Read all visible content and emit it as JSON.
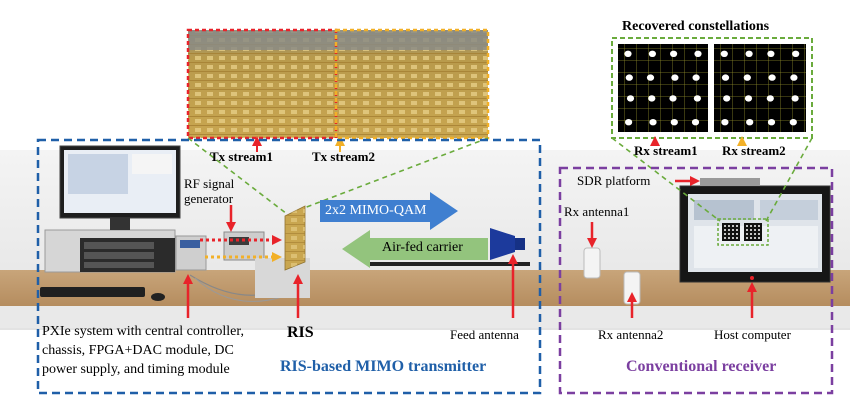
{
  "ris_zoom": {
    "stream1_label": "Tx stream1",
    "stream2_label": "Tx stream2"
  },
  "constellations": {
    "title": "Recovered constellations",
    "stream1_label": "Rx stream1",
    "stream2_label": "Rx stream2",
    "order": 16
  },
  "transmitter": {
    "title": "RIS-based MIMO transmitter",
    "rf_generator_label": "RF signal\ngenerator",
    "ris_label": "RIS",
    "mimo_arrow_label": "2x2 MIMO-QAM",
    "carrier_arrow_label": "Air-fed carrier",
    "feed_antenna_label": "Feed antenna",
    "pxie_label": "PXIe system with central controller,\nchassis, FPGA+DAC module, DC\npower supply, and timing module"
  },
  "receiver": {
    "title": "Conventional receiver",
    "sdr_label": "SDR platform",
    "rx_antenna1_label": "Rx antenna1",
    "rx_antenna2_label": "Rx antenna2",
    "host_label": "Host computer"
  },
  "colors": {
    "tx_box": "#1f5fa8",
    "rx_box": "#7b3fa0",
    "zoom_green": "#6aab3c",
    "stream1_red": "#e8232a",
    "stream2_yellow": "#f2b027",
    "mimo_arrow": "#3f7fd0",
    "carrier_arrow": "#93c47d"
  }
}
